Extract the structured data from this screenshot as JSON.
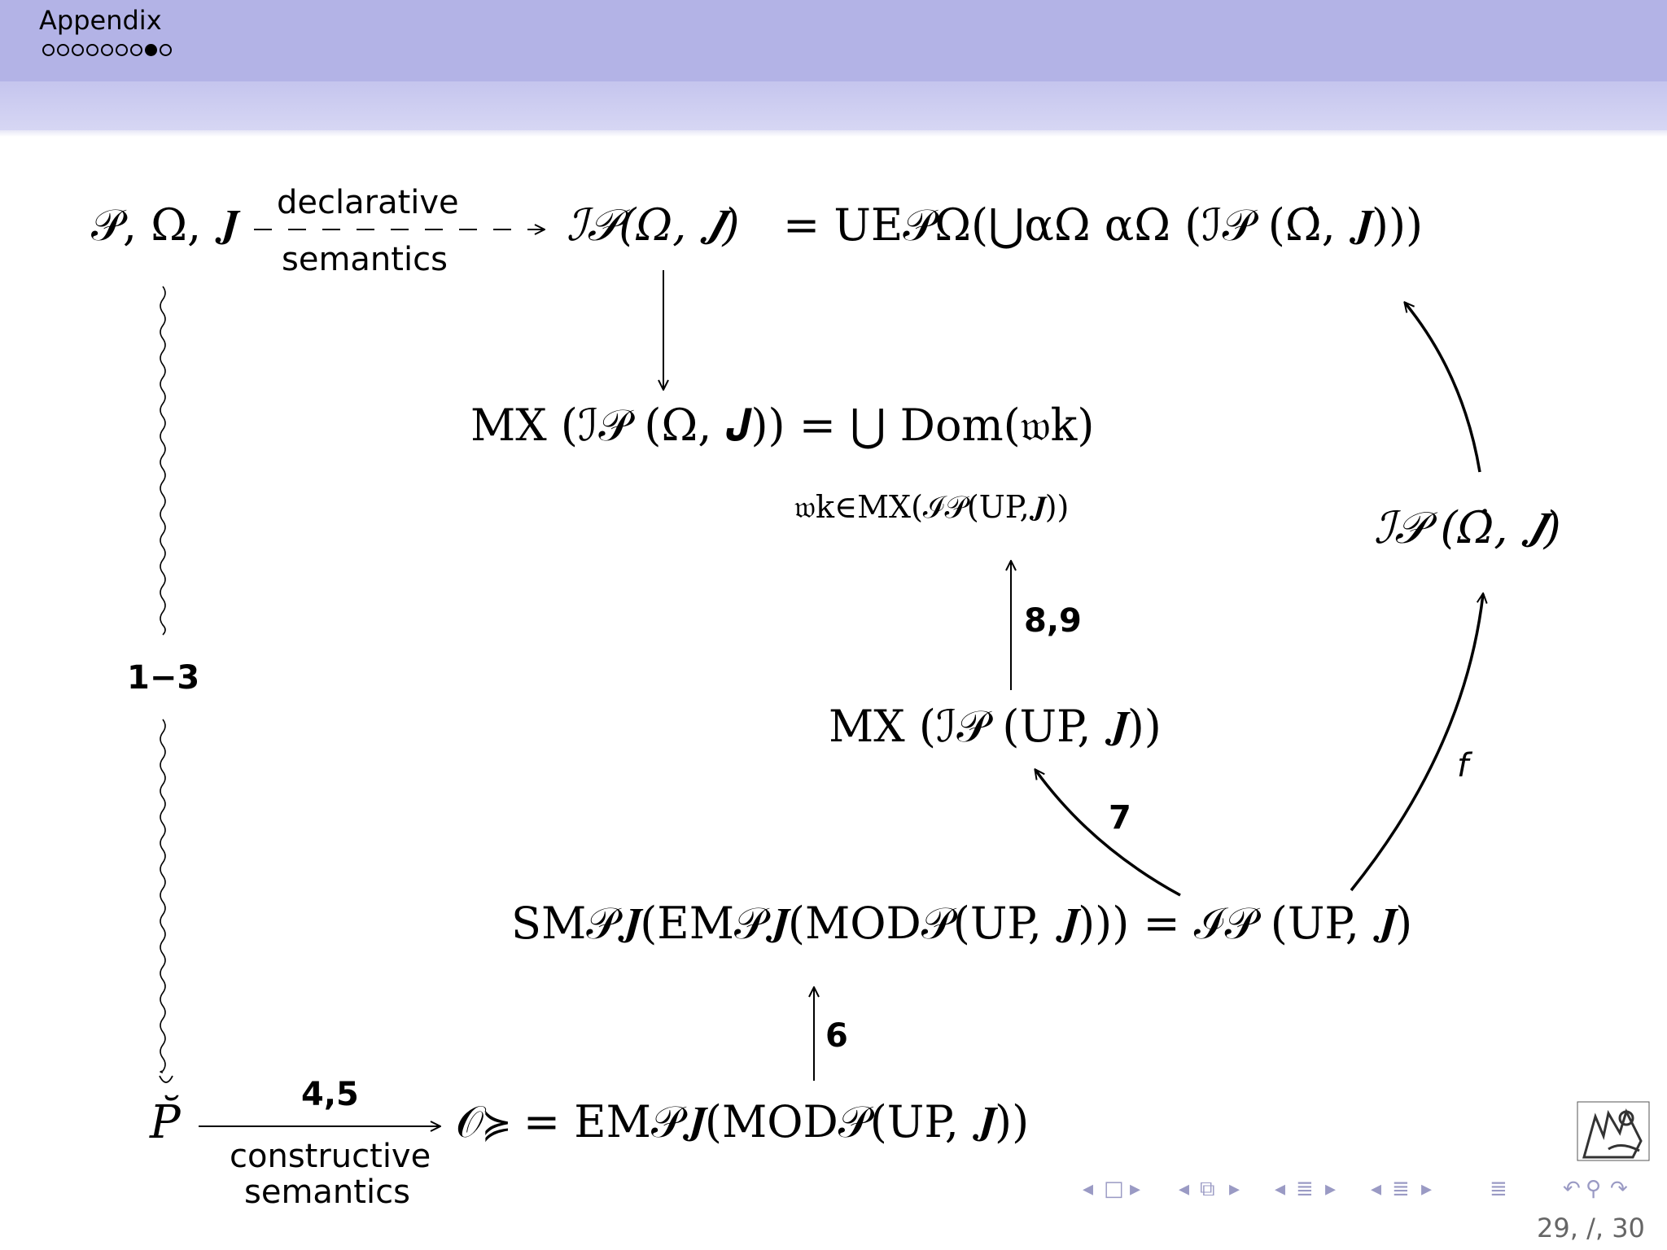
{
  "header": {
    "section_title": "Appendix",
    "progress": {
      "total": 9,
      "current": 8
    }
  },
  "diagram": {
    "top_left": "𝒫, Ω, 𝑱",
    "declarative_top": "declarative",
    "declarative_bottom": "semantics",
    "top_mid": "ℐ𝒫(Ω, 𝑱)",
    "top_right": "= UE𝒫Ω(⋃αΩ αΩ (ℐ𝒫 (Ω̇, 𝑱)))",
    "mx_formula": "MX (ℐ𝒫 (Ω, 𝑱)) = ⋃ Dom(𝔴k)",
    "mx_subscript": "𝔴k∈MX(ℐ𝒫(UP,𝑱))",
    "right_node": "ℐ𝒫 (Ω̇, 𝑱)",
    "label_89": "8,9",
    "mx_up": "MX (ℐ𝒫 (UP, 𝑱))",
    "label_7": "7",
    "label_f": "f",
    "label_13": "1−3",
    "sm_formula": "SM𝒫𝑱(EM𝒫𝑱(MOD𝒫(UP, 𝑱))) = ℐ𝒫 (UP, 𝑱)",
    "label_6": "6",
    "p_node": "P̆",
    "label_45": "4,5",
    "constructive_top": "constructive",
    "constructive_bottom": "semantics",
    "bottom_formula": "𝒪≽ = EM𝒫𝑱(MOD𝒫(UP, 𝑱))"
  },
  "footer": {
    "page_number": "29, /, 30",
    "nav_icons": [
      "nav-prev-frame-icon",
      "nav-frame-icon",
      "nav-next-frame-icon",
      "nav-prev-subsection-icon",
      "nav-subsection-icon",
      "nav-next-subsection-icon",
      "nav-prev-section-icon",
      "nav-section-icon",
      "nav-next-section-icon",
      "nav-toc-icon",
      "nav-undo-icon",
      "nav-search-icon",
      "nav-redo-icon"
    ]
  },
  "colors": {
    "header": "#b3b3e6",
    "header_lower": "#c8c8f0",
    "nav": "#9a9ac4"
  }
}
